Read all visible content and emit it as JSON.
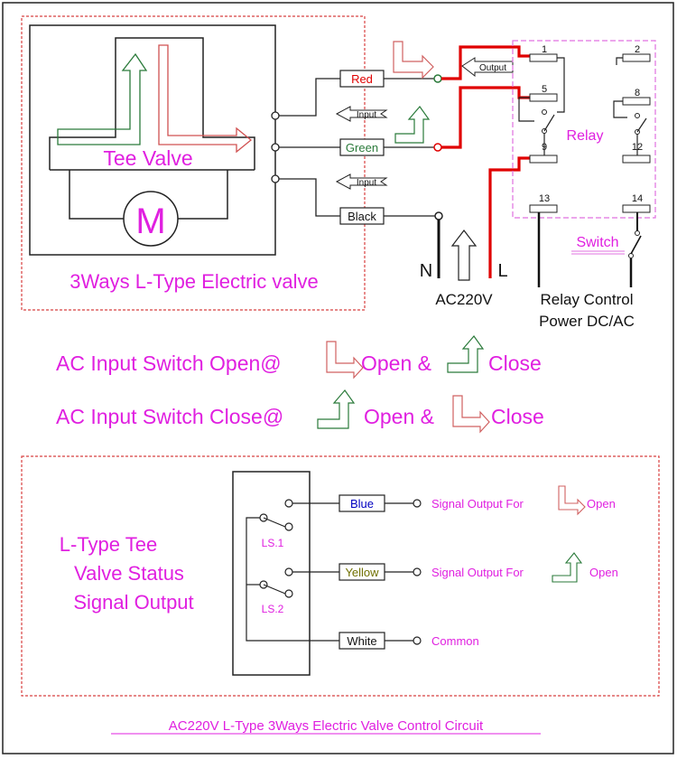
{
  "title": "AC220V L-Type 3Ways Electric Valve Control Circuit",
  "valve": {
    "name": "Tee Valve",
    "motor": "M",
    "caption": "3Ways L-Type Electric valve"
  },
  "wires": {
    "red": "Red",
    "green": "Green",
    "black": "Black",
    "blue": "Blue",
    "yellow": "Yellow",
    "white": "White"
  },
  "arrows": {
    "output": "Output",
    "input1": "Input",
    "input2": "Input"
  },
  "power": {
    "n": "N",
    "l": "L",
    "voltage": "AC220V"
  },
  "relay": {
    "title": "Relay",
    "pins": [
      "1",
      "2",
      "5",
      "8",
      "9",
      "12",
      "13",
      "14"
    ],
    "switch_label": "Switch",
    "control_line1": "Relay Control",
    "control_line2": "Power DC/AC"
  },
  "legend": {
    "line1_a": "AC Input Switch Open@",
    "line1_b": "Open &",
    "line1_c": "Close",
    "line2_a": "AC Input Switch Close@",
    "line2_b": "Open &",
    "line2_c": "Close"
  },
  "status": {
    "line1": "L-Type Tee",
    "line2": "Valve Status",
    "line3": "Signal Output",
    "ls1": "LS.1",
    "ls2": "LS.2",
    "sig_blue": "Signal Output For",
    "sig_blue_end": "Open",
    "sig_yellow": "Signal Output For",
    "sig_yellow_end": "Open",
    "sig_common": "Common"
  },
  "colors": {
    "magenta": "#e020e0",
    "red": "#e00000",
    "green": "#2a7a3a",
    "pinkred": "#d06060",
    "dash_red": "#d84040",
    "blue_text": "#0000c0",
    "yellow_text": "#707000"
  }
}
